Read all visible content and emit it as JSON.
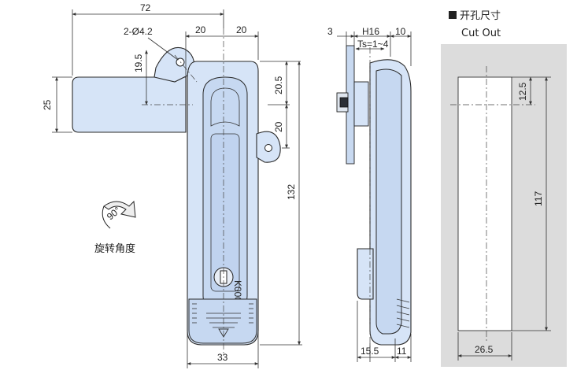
{
  "front_view": {
    "width_72": "72",
    "hole": "2-Ø4.2",
    "dim_20a": "20",
    "dim_20b": "20",
    "dim_19_5": "19.5",
    "dim_20_5": "20.5",
    "dim_25": "25",
    "dim_20c": "20",
    "dim_132": "132",
    "dim_33": "33",
    "rotation_angle": "90°",
    "rotation_label": "旋转角度",
    "key_code": "K000"
  },
  "side_view": {
    "dim_3": "3",
    "dim_h16": "H16",
    "dim_10": "10",
    "ts": "Ts=1~4",
    "dim_15_5": "15.5",
    "dim_11": "11"
  },
  "cutout": {
    "title_cn": "开孔尺寸",
    "title_en": "Cut Out",
    "dim_12_5": "12.5",
    "dim_117": "117",
    "dim_26_5": "26.5"
  },
  "colors": {
    "metal": "#d6e4f7",
    "panel": "#dcdcdc"
  }
}
